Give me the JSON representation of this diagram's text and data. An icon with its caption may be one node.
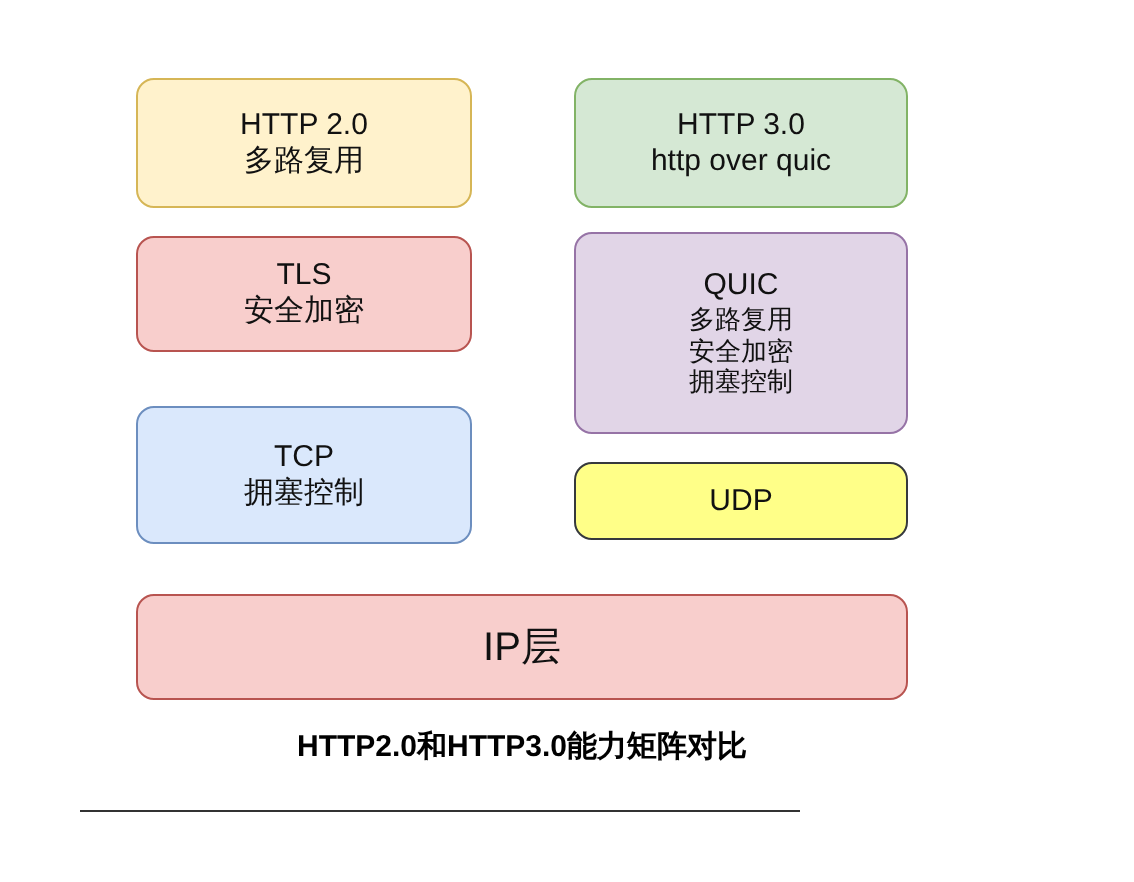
{
  "diagram": {
    "caption": "HTTP2.0和HTTP3.0能力矩阵对比",
    "nodes": [
      {
        "text": [
          "HTTP 2.0",
          "多路复用"
        ]
      },
      {
        "text": [
          "TLS",
          "安全加密"
        ]
      },
      {
        "text": [
          "TCP",
          "拥塞控制"
        ]
      },
      {
        "text": [
          "HTTP 3.0",
          "http over quic"
        ]
      },
      {
        "text": [
          "QUIC",
          "多路复用",
          "安全加密",
          "拥塞控制"
        ]
      },
      {
        "text": [
          "UDP"
        ]
      },
      {
        "text": [
          "IP层"
        ]
      }
    ],
    "edges": []
  }
}
